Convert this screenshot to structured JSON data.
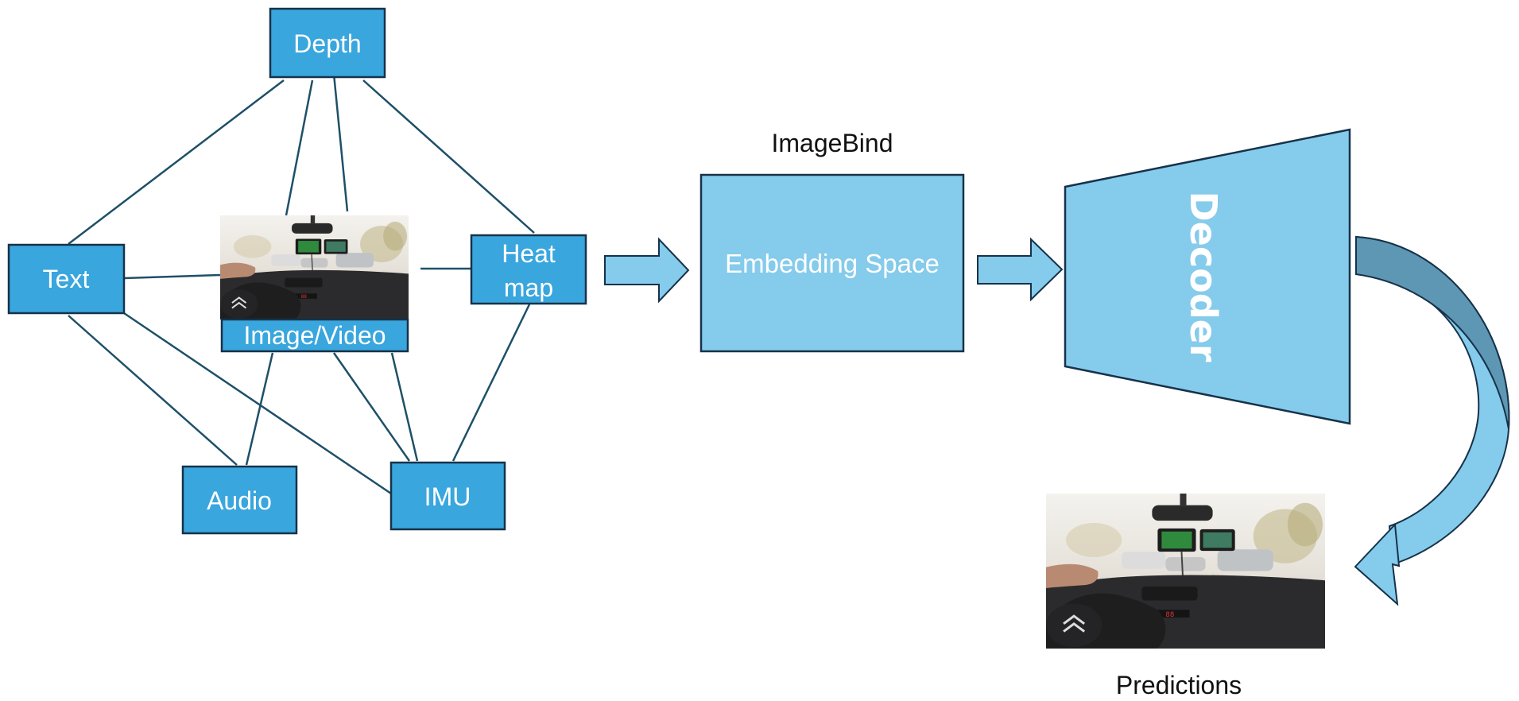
{
  "colors": {
    "node_fill": "#39a6dd",
    "node_stroke": "#16324a",
    "edge": "#1e5068",
    "block_fill": "#85cbeb",
    "block_stroke": "#16324a",
    "arrow_fill": "#85cbeb",
    "curved_arrow_dark": "#5e97b3"
  },
  "modalities": {
    "depth": "Depth",
    "text": "Text",
    "heatmap_line1": "Heat",
    "heatmap_line2": "map",
    "image_video": "Image/Video",
    "audio": "Audio",
    "imu": "IMU"
  },
  "imagebind": {
    "title": "ImageBind",
    "embedding": "Embedding Space"
  },
  "decoder": {
    "label": "Decoder"
  },
  "output": {
    "label": "Predictions"
  },
  "edges": [
    [
      "depth",
      "text"
    ],
    [
      "depth",
      "image_left"
    ],
    [
      "depth",
      "image_right"
    ],
    [
      "depth",
      "heatmap"
    ],
    [
      "text",
      "image_video"
    ],
    [
      "text",
      "audio"
    ],
    [
      "text",
      "imu"
    ],
    [
      "image_video",
      "heatmap"
    ],
    [
      "image_video",
      "audio"
    ],
    [
      "image_video",
      "imu_left"
    ],
    [
      "image_video",
      "imu_right"
    ],
    [
      "heatmap",
      "imu"
    ]
  ]
}
